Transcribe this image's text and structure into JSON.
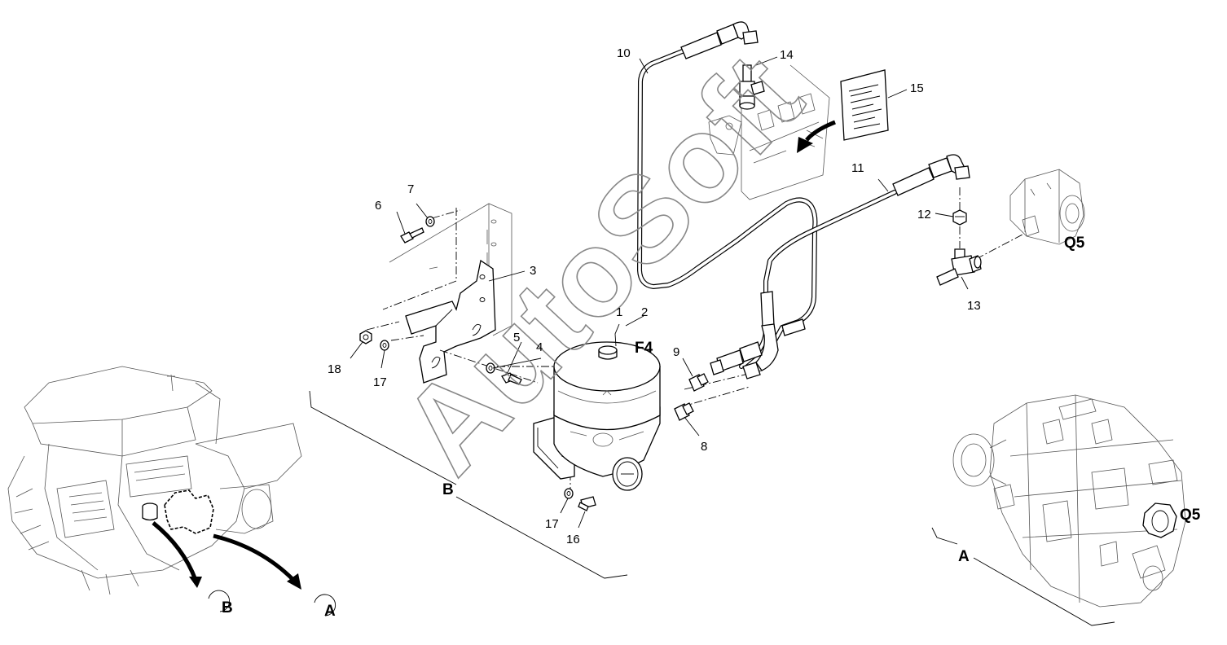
{
  "diagram": {
    "watermark": "AutoSoft",
    "callouts": [
      {
        "id": "c1",
        "text": "1"
      },
      {
        "id": "c2",
        "text": "2"
      },
      {
        "id": "c3",
        "text": "3"
      },
      {
        "id": "c4",
        "text": "4"
      },
      {
        "id": "c5",
        "text": "5"
      },
      {
        "id": "c6",
        "text": "6"
      },
      {
        "id": "c7",
        "text": "7"
      },
      {
        "id": "c8",
        "text": "8"
      },
      {
        "id": "c9",
        "text": "9"
      },
      {
        "id": "c10",
        "text": "10"
      },
      {
        "id": "c11",
        "text": "11"
      },
      {
        "id": "c12",
        "text": "12"
      },
      {
        "id": "c13",
        "text": "13"
      },
      {
        "id": "c14",
        "text": "14"
      },
      {
        "id": "c15",
        "text": "15"
      },
      {
        "id": "c16",
        "text": "16"
      },
      {
        "id": "c17a",
        "text": "17"
      },
      {
        "id": "c17b",
        "text": "17"
      },
      {
        "id": "c18",
        "text": "18"
      }
    ],
    "labels": {
      "f4": "F4",
      "q5_pump": "Q5",
      "q5_detail": "Q5",
      "section_b": "B",
      "section_a": "A",
      "ref_b": "B",
      "ref_a": "A"
    }
  }
}
